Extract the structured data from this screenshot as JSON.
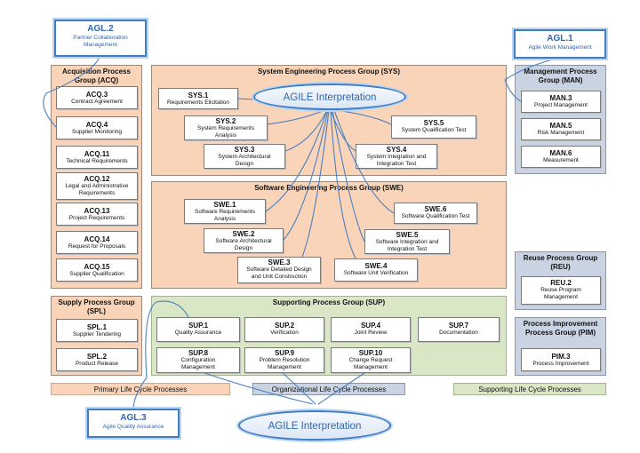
{
  "groups": {
    "acq": {
      "title_line1": "Acquisition Process",
      "title_line2": "Group (ACQ)"
    },
    "sys": {
      "title": "System Engineering Process Group (SYS)"
    },
    "man": {
      "title_line1": "Management Process",
      "title_line2": "Group (MAN)"
    },
    "swe": {
      "title": "Software Engineering Process Group (SWE)"
    },
    "reu": {
      "title": "Reuse Process Group (REU)"
    },
    "spl": {
      "title_line1": "Supply Process Group",
      "title_line2": "(SPL)"
    },
    "sup": {
      "title": "Supporting Process Group (SUP)"
    },
    "pim": {
      "title_line1": "Process Improvement",
      "title_line2": "Process Group (PIM)"
    }
  },
  "agl": {
    "agl2": {
      "id": "AGL.2",
      "name_line1": "Partner Collaboration",
      "name_line2": "Management"
    },
    "agl1": {
      "id": "AGL.1",
      "name": "Agile Work Management"
    },
    "agl3": {
      "id": "AGL.3",
      "name": "Agile Quality Assurance"
    }
  },
  "agile_interpretation": "AGILE Interpretation",
  "acq": {
    "acq3": {
      "id": "ACQ.3",
      "l1": "Contract Agreement"
    },
    "acq4": {
      "id": "ACQ.4",
      "l1": "Supplier Monitoring"
    },
    "acq11": {
      "id": "ACQ.11",
      "l1": "Technical Requirements"
    },
    "acq12": {
      "id": "ACQ.12",
      "l1": "Legal and Administrative",
      "l2": "Requirements"
    },
    "acq13": {
      "id": "ACQ.13",
      "l1": "Project Requirements"
    },
    "acq14": {
      "id": "ACQ.14",
      "l1": "Request for Proposals"
    },
    "acq15": {
      "id": "ACQ.15",
      "l1": "Supplier Qualification"
    }
  },
  "sys": {
    "sys1": {
      "id": "SYS.1",
      "l1": "Requirements Elicitation"
    },
    "sys2": {
      "id": "SYS.2",
      "l1": "System Requirements",
      "l2": "Analysis"
    },
    "sys3": {
      "id": "SYS.3",
      "l1": "System Architectural",
      "l2": "Design"
    },
    "sys4": {
      "id": "SYS.4",
      "l1": "System Integration and",
      "l2": "Integration Test"
    },
    "sys5": {
      "id": "SYS.5",
      "l1": "System Qualification Test"
    }
  },
  "man": {
    "man3": {
      "id": "MAN.3",
      "l1": "Project Management"
    },
    "man5": {
      "id": "MAN.5",
      "l1": "Risk Management"
    },
    "man6": {
      "id": "MAN.6",
      "l1": "Measurement"
    }
  },
  "swe": {
    "swe1": {
      "id": "SWE.1",
      "l1": "Software Requirements",
      "l2": "Analysis"
    },
    "swe2": {
      "id": "SWE.2",
      "l1": "Software Architectural",
      "l2": "Design"
    },
    "swe3": {
      "id": "SWE.3",
      "l1": "Software Detailed Design",
      "l2": "and Unit Construction"
    },
    "swe4": {
      "id": "SWE.4",
      "l1": "Software Unit Verification"
    },
    "swe5": {
      "id": "SWE.5",
      "l1": "Software Integration and",
      "l2": "Integration Test"
    },
    "swe6": {
      "id": "SWE.6",
      "l1": "Software Qualification Test"
    }
  },
  "reu": {
    "reu2": {
      "id": "REU.2",
      "l1": "Reuse Program",
      "l2": "Management"
    }
  },
  "spl": {
    "spl1": {
      "id": "SPL.1",
      "l1": "Supplier Tendering"
    },
    "spl2": {
      "id": "SPL.2",
      "l1": "Product Release"
    }
  },
  "sup": {
    "sup1": {
      "id": "SUP.1",
      "l1": "Quality Assurance"
    },
    "sup2": {
      "id": "SUP.2",
      "l1": "Verification"
    },
    "sup4": {
      "id": "SUP.4",
      "l1": "Joint Review"
    },
    "sup7": {
      "id": "SUP.7",
      "l1": "Documentation"
    },
    "sup8": {
      "id": "SUP.8",
      "l1": "Configuration",
      "l2": "Management"
    },
    "sup9": {
      "id": "SUP.9",
      "l1": "Problem Resolution",
      "l2": "Management"
    },
    "sup10": {
      "id": "SUP.10",
      "l1": "Change Request",
      "l2": "Management"
    }
  },
  "pim": {
    "pim3": {
      "id": "PIM.3",
      "l1": "Process Improvement"
    }
  },
  "legend": {
    "primary": "Primary Life Cycle Processes",
    "organizational": "Organizational Life Cycle Processes",
    "supporting": "Supporting Life Cycle Processes"
  },
  "colors": {
    "primary": "#f9d4b8",
    "organizational": "#c9d3e2",
    "supporting": "#d9e7c6",
    "agile": "#3f7ec7"
  }
}
